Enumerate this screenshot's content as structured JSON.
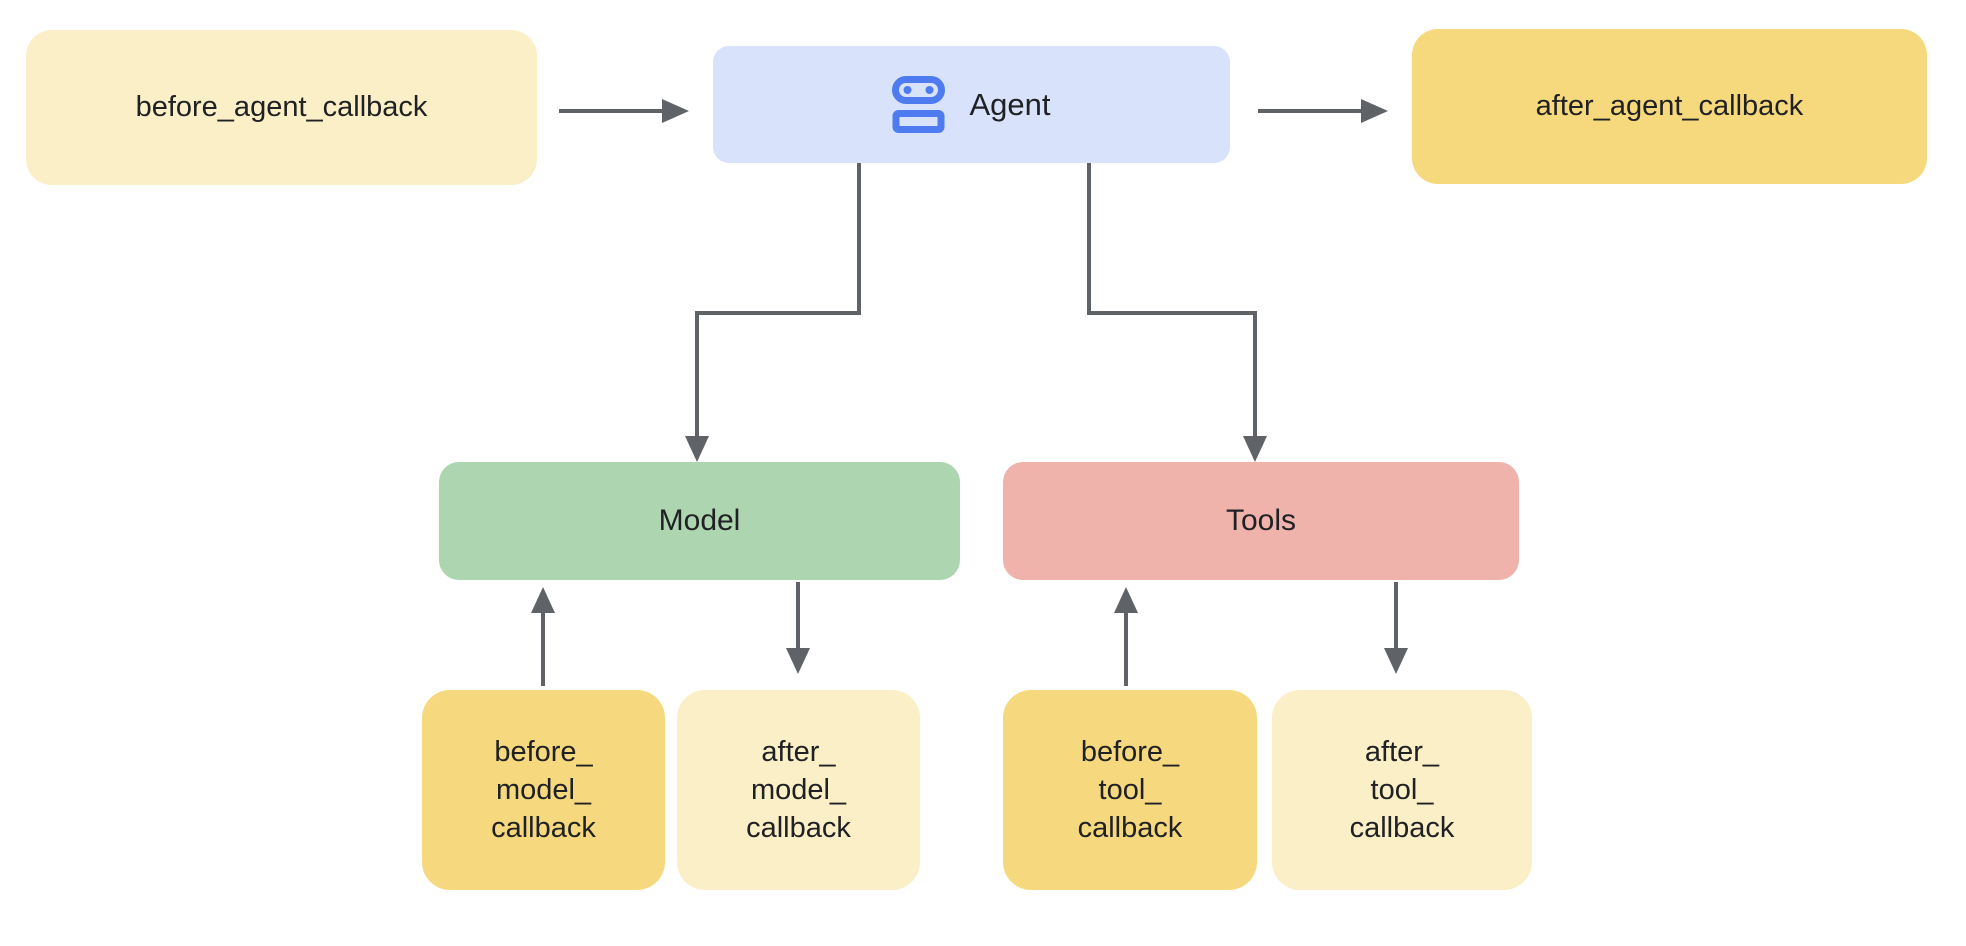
{
  "diagram": {
    "title": "Agent callbacks flow diagram",
    "colors": {
      "background": "#ffffff",
      "light_yellow": "#FAEFC6",
      "dark_yellow": "#F6D97E",
      "agent_blue": "#D8E2FB",
      "model_green": "#ADD5AF",
      "tools_pink": "#EFB3AB",
      "arrow_gray": "#5F6368",
      "text": "#202124",
      "robot_blue": "#4E7CF0"
    },
    "nodes": {
      "before_agent": {
        "label": "before_agent_callback",
        "color": "#FAEFC6"
      },
      "agent": {
        "label": "Agent",
        "icon": "robot-icon",
        "color": "#D8E2FB"
      },
      "after_agent": {
        "label": "after_agent_callback",
        "color": "#F6D97E"
      },
      "model": {
        "label": "Model",
        "color": "#ADD5AF"
      },
      "tools": {
        "label": "Tools",
        "color": "#EFB3AB"
      },
      "before_model": {
        "label": "before_\nmodel_\ncallback",
        "color": "#F6D97E"
      },
      "after_model": {
        "label": "after_\nmodel_\ncallback",
        "color": "#FAEFC6"
      },
      "before_tool": {
        "label": "before_\ntool_\ncallback",
        "color": "#F6D97E"
      },
      "after_tool": {
        "label": "after_\ntool_\ncallback",
        "color": "#FAEFC6"
      }
    },
    "edges": [
      {
        "from": "before_agent",
        "to": "agent",
        "style": "straight-arrow"
      },
      {
        "from": "agent",
        "to": "after_agent",
        "style": "straight-arrow"
      },
      {
        "from": "agent",
        "to": "model",
        "style": "elbow-arrow"
      },
      {
        "from": "agent",
        "to": "tools",
        "style": "elbow-arrow"
      },
      {
        "from": "before_model",
        "to": "model",
        "style": "up-arrow"
      },
      {
        "from": "model",
        "to": "after_model",
        "style": "down-arrow"
      },
      {
        "from": "before_tool",
        "to": "tools",
        "style": "up-arrow"
      },
      {
        "from": "tools",
        "to": "after_tool",
        "style": "down-arrow"
      }
    ]
  }
}
